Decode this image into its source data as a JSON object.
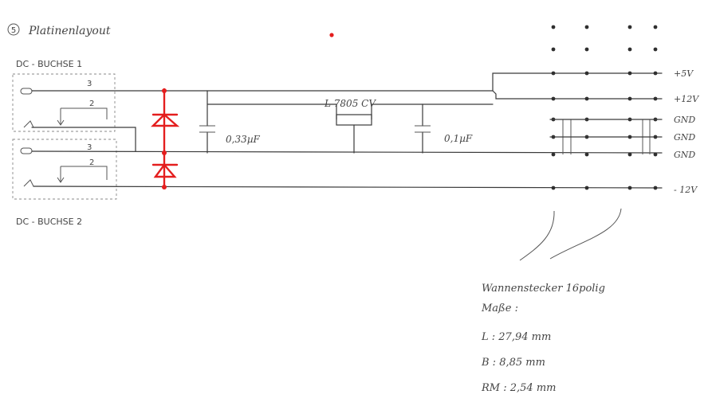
{
  "header": {
    "number": "5",
    "title": "Platinenlayout"
  },
  "jacks": {
    "jack1_label": "DC - BUCHSE 1",
    "jack2_label": "DC - BUCHSE 2",
    "pin3": "3",
    "pin2": "2"
  },
  "components": {
    "regulator": "L 7805 CV",
    "cap1": "0,33µF",
    "cap2": "0,1µF"
  },
  "outputs": [
    "+5V",
    "+12V",
    "GND",
    "GND",
    "GND",
    "- 12V"
  ],
  "notes": {
    "connector": "Wannenstecker 16polig",
    "dims_title": "Maße :",
    "length": "L : 27,94 mm",
    "width": "B : 8,85 mm",
    "pitch": "RM : 2,54 mm"
  },
  "colors": {
    "ink": "#3a3a3a",
    "diode": "#e41e1e"
  }
}
